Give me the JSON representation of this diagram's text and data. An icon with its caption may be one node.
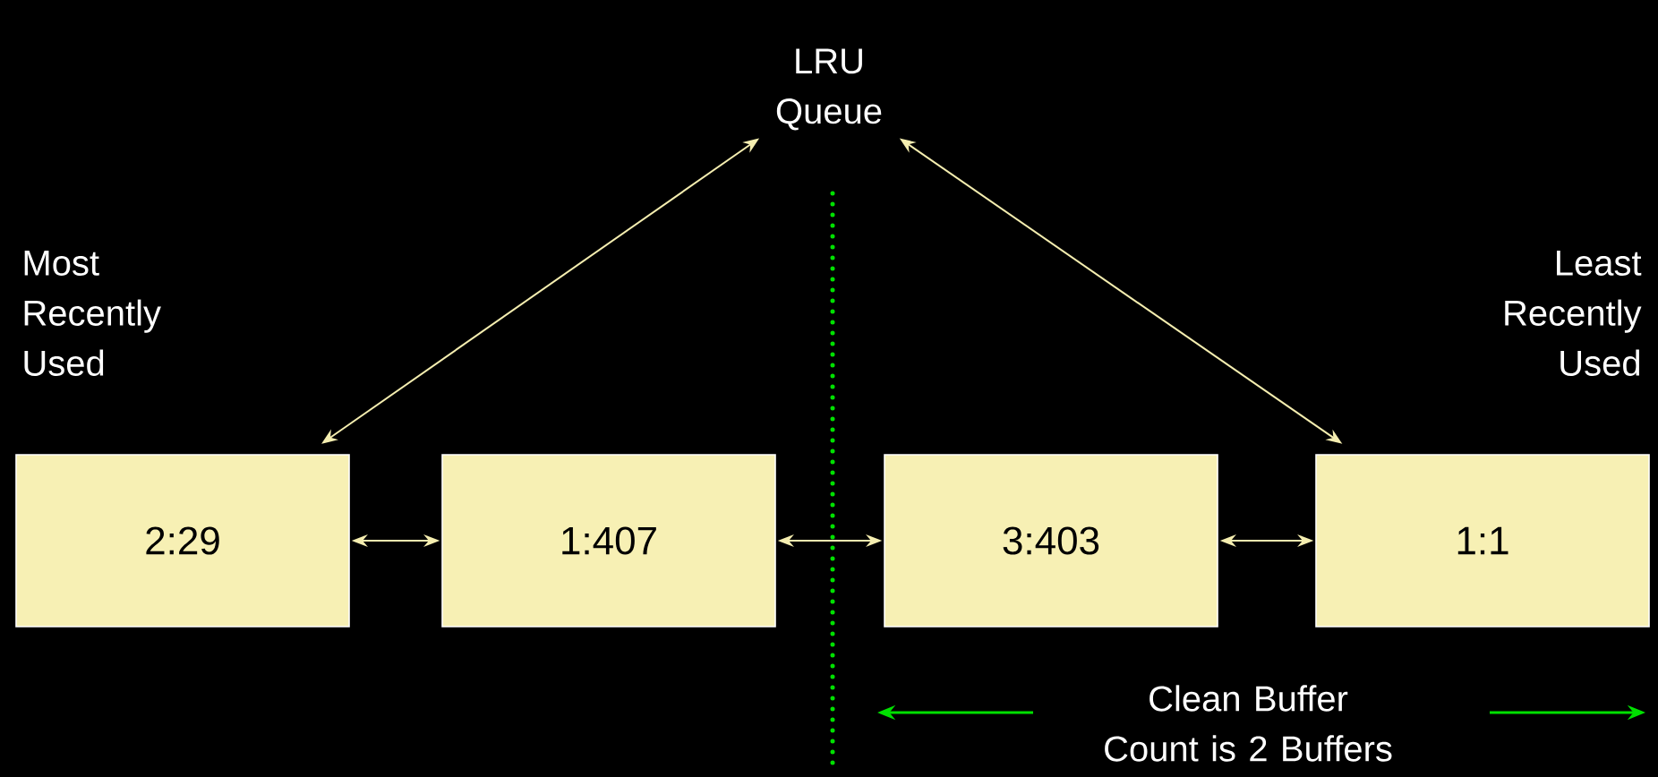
{
  "diagram": {
    "nodes": [
      {
        "text": [
          "LRU Queue"
        ]
      },
      {
        "text": [
          "2:29"
        ]
      },
      {
        "text": [
          "1:407"
        ]
      },
      {
        "text": [
          "3:403"
        ]
      },
      {
        "text": [
          "1:1"
        ]
      }
    ],
    "edges": [
      {
        "from": 0,
        "to": 1,
        "arrow": "both"
      },
      {
        "from": 0,
        "to": 4,
        "arrow": "both"
      },
      {
        "from": 1,
        "to": 2,
        "arrow": "both"
      },
      {
        "from": 2,
        "to": 3,
        "arrow": "both"
      },
      {
        "from": 3,
        "to": 4,
        "arrow": "both"
      }
    ],
    "labels": [
      "Most Recently Used",
      "Least Recently Used",
      "Clean Buffer Count is 2 Buffers"
    ]
  }
}
